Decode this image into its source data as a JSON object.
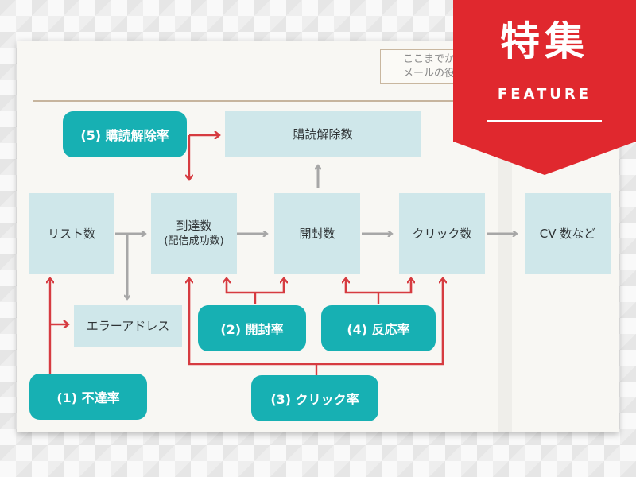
{
  "note": {
    "line1": "ここまでか",
    "line2": "メールの役"
  },
  "nodes": {
    "list": "リスト数",
    "delivered": "到達数",
    "delivered_sub": "(配信成功数)",
    "opened": "開封数",
    "clicked": "クリック数",
    "cv": "CV 数など",
    "unsubscribe": "購読解除数",
    "error": "エラーアドレス"
  },
  "metrics": {
    "unsubscribe_rate": "(5) 購読解除率",
    "open_rate": "(2) 開封率",
    "response_rate": "(4) 反応率",
    "undelivered_rate": "(1) 不達率",
    "click_rate": "(3) クリック率"
  },
  "badge": {
    "title": "特集",
    "subtitle": "FEATURE"
  },
  "colors": {
    "accent_red": "#e0282e",
    "teal": "#17b0b3",
    "node_fill": "#cfe7ea",
    "arrow_gray": "#a7a7a7",
    "connector_red": "#d63b40"
  }
}
